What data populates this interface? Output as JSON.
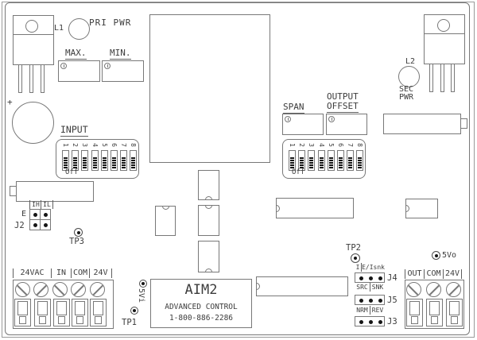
{
  "drawing": {
    "title": "AIM2",
    "subtitle": "ADVANCED CONTROL",
    "phone": "1-800-886-2286"
  },
  "power": {
    "led1": "L1",
    "led1_caption": "PRI PWR",
    "led2": "L2",
    "led2_caption_line1": "SEC",
    "led2_caption_line2": "PWR"
  },
  "trimpots": {
    "max": "MAX.",
    "min": "MIN.",
    "span": "SPAN",
    "offset_line1": "OUTPUT",
    "offset_line2": "OFFSET"
  },
  "capacitor": {
    "polarity": "+"
  },
  "dip": {
    "caption": "INPUT",
    "off": "Off",
    "numbers": [
      "1",
      "2",
      "3",
      "4",
      "5",
      "6",
      "7",
      "8"
    ]
  },
  "jumpers": {
    "j2": {
      "label": "J2",
      "row1": "E",
      "col1": "IH",
      "col2": "IL"
    },
    "j4": {
      "label": "J4",
      "opt1": "I",
      "opt2": "E/Isnk"
    },
    "j5": {
      "label": "J5",
      "opt1": "SRC",
      "opt2": "SNK"
    },
    "j3": {
      "label": "J3",
      "opt1": "NRM",
      "opt2": "REV"
    }
  },
  "test_points": {
    "tp1": "TP1",
    "tp2": "TP2",
    "tp3": "TP3",
    "v_in": "5Vi",
    "v_out": "5Vo"
  },
  "terminals": {
    "input": [
      "24VAC",
      "IN",
      "COM",
      "24V"
    ],
    "output": [
      "OUT",
      "COM",
      "24V"
    ]
  },
  "colors": {
    "line": "#787878",
    "text": "#3c3c3c",
    "dark": "#161616",
    "frame": "#9a9a9a",
    "background": "#ffffff"
  }
}
